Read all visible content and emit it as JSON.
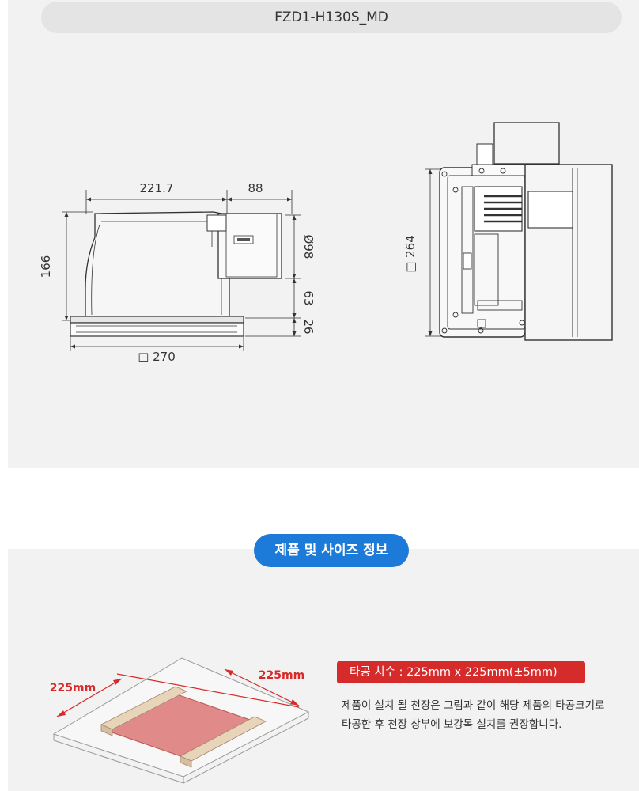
{
  "model_title": "FZD1-H130S_MD",
  "dimensions": {
    "width_main": "221.7",
    "width_side": "88",
    "height_total": "166",
    "duct_diameter": "Ø98",
    "duct_offset": "63",
    "panel_thickness": "26",
    "panel_width": "□ 270",
    "side_height": "□ 264"
  },
  "section_title": "제품 및 사이즈 정보",
  "install": {
    "dim_left": "225mm",
    "dim_right": "225mm",
    "hole_size": "타공 치수 : 225mm x 225mm(±5mm)",
    "desc_line1": "제품이 설치 될 천장은 그림과 같이 해당 제품의 타공크기로",
    "desc_line2": "타공한 후 천장 상부에 보강목 설치를 권장합니다."
  },
  "colors": {
    "accent_blue": "#1c7ad9",
    "accent_red": "#d62b2b",
    "hole_fill": "#e08a8a"
  }
}
